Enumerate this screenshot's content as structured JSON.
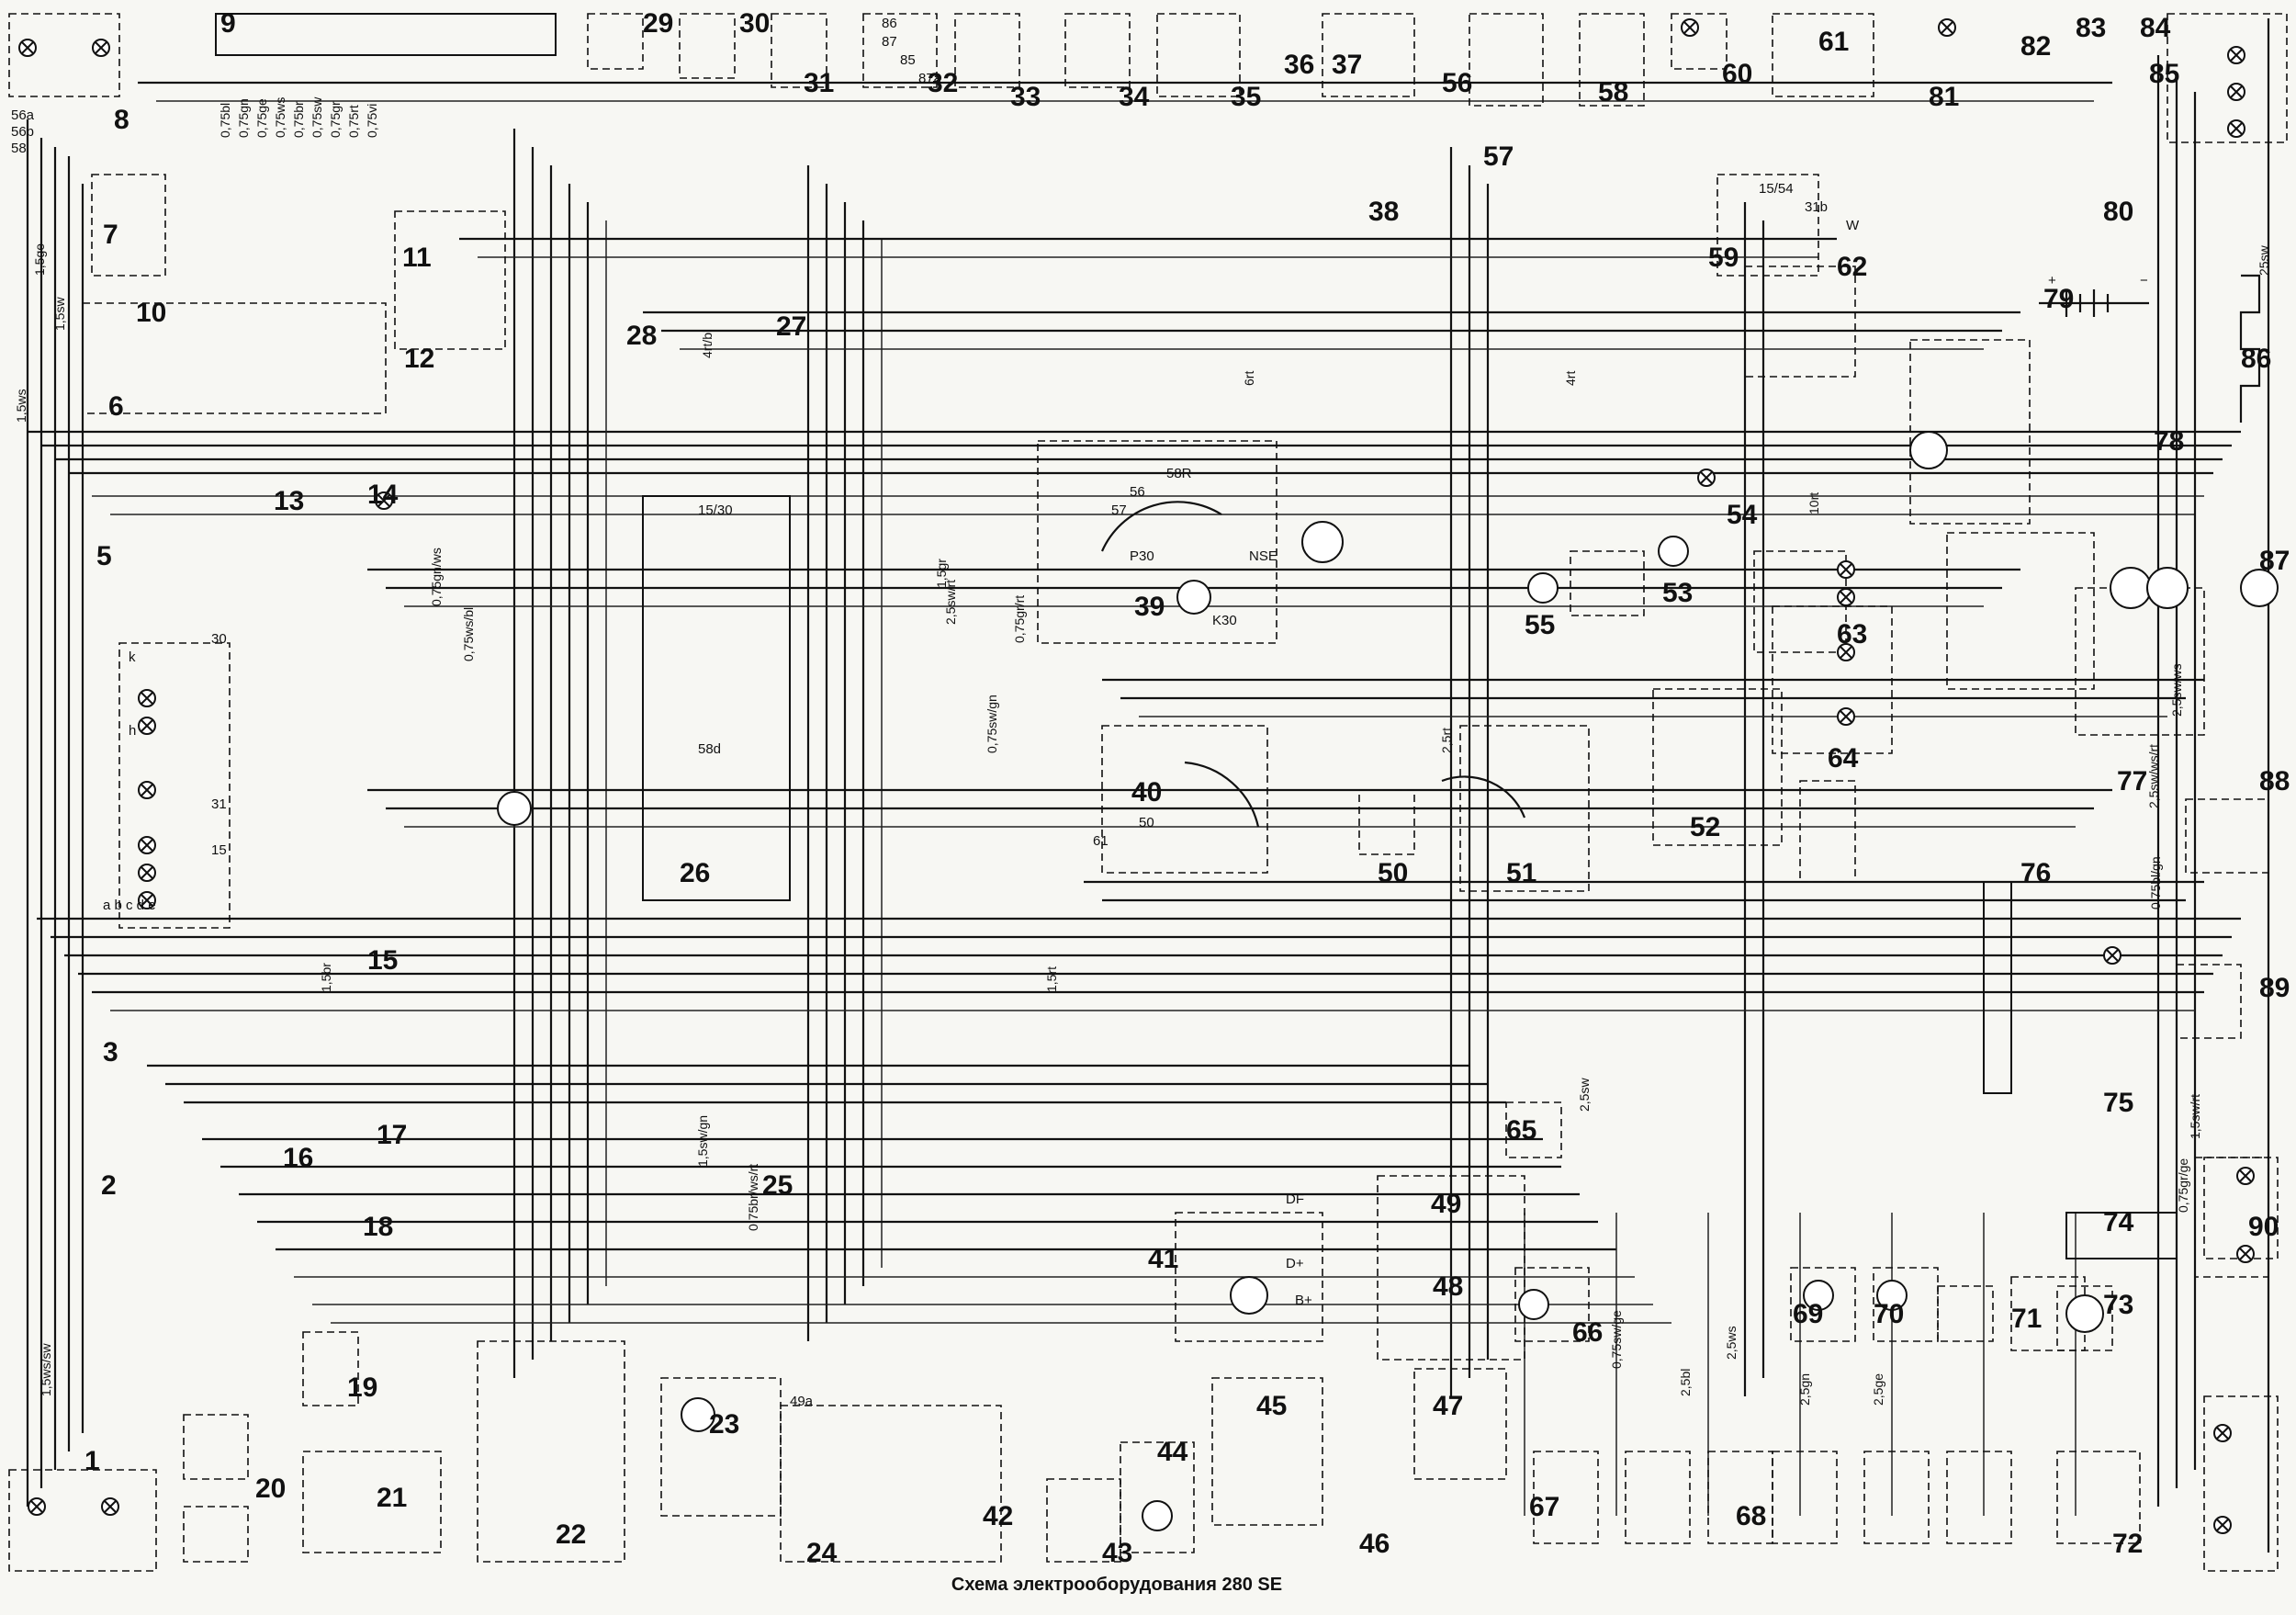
{
  "caption": "Схема электрооборудования 280 SE",
  "components": [
    {
      "num": "1"
    },
    {
      "num": "2"
    },
    {
      "num": "3"
    },
    {
      "num": "5"
    },
    {
      "num": "6"
    },
    {
      "num": "7"
    },
    {
      "num": "8"
    },
    {
      "num": "9"
    },
    {
      "num": "10"
    },
    {
      "num": "11"
    },
    {
      "num": "12"
    },
    {
      "num": "13"
    },
    {
      "num": "14"
    },
    {
      "num": "15"
    },
    {
      "num": "16"
    },
    {
      "num": "17"
    },
    {
      "num": "18"
    },
    {
      "num": "19"
    },
    {
      "num": "20"
    },
    {
      "num": "21"
    },
    {
      "num": "22"
    },
    {
      "num": "23"
    },
    {
      "num": "24"
    },
    {
      "num": "25"
    },
    {
      "num": "26"
    },
    {
      "num": "27"
    },
    {
      "num": "28"
    },
    {
      "num": "29"
    },
    {
      "num": "30"
    },
    {
      "num": "31"
    },
    {
      "num": "32"
    },
    {
      "num": "33"
    },
    {
      "num": "34"
    },
    {
      "num": "35"
    },
    {
      "num": "36"
    },
    {
      "num": "37"
    },
    {
      "num": "38"
    },
    {
      "num": "39"
    },
    {
      "num": "40"
    },
    {
      "num": "41"
    },
    {
      "num": "42"
    },
    {
      "num": "43"
    },
    {
      "num": "44"
    },
    {
      "num": "45"
    },
    {
      "num": "46"
    },
    {
      "num": "47"
    },
    {
      "num": "48"
    },
    {
      "num": "49"
    },
    {
      "num": "50"
    },
    {
      "num": "51"
    },
    {
      "num": "52"
    },
    {
      "num": "53"
    },
    {
      "num": "54"
    },
    {
      "num": "55"
    },
    {
      "num": "56"
    },
    {
      "num": "57"
    },
    {
      "num": "58"
    },
    {
      "num": "59"
    },
    {
      "num": "60"
    },
    {
      "num": "61"
    },
    {
      "num": "62"
    },
    {
      "num": "63"
    },
    {
      "num": "64"
    },
    {
      "num": "65"
    },
    {
      "num": "66"
    },
    {
      "num": "67"
    },
    {
      "num": "68"
    },
    {
      "num": "69"
    },
    {
      "num": "70"
    },
    {
      "num": "71"
    },
    {
      "num": "72"
    },
    {
      "num": "73"
    },
    {
      "num": "74"
    },
    {
      "num": "75"
    },
    {
      "num": "76"
    },
    {
      "num": "77"
    },
    {
      "num": "78"
    },
    {
      "num": "79"
    },
    {
      "num": "80"
    },
    {
      "num": "81"
    },
    {
      "num": "82"
    },
    {
      "num": "83"
    },
    {
      "num": "84"
    },
    {
      "num": "85"
    },
    {
      "num": "86"
    },
    {
      "num": "87"
    },
    {
      "num": "88"
    },
    {
      "num": "89"
    },
    {
      "num": "90"
    }
  ],
  "pins": [
    "56a",
    "56b",
    "58",
    "30",
    "15",
    "31",
    "86",
    "87",
    "85",
    "87a",
    "15/30",
    "58d",
    "50",
    "61",
    "49a",
    "B+",
    "D+",
    "DF",
    "k",
    "h",
    "a b c d e",
    "P30",
    "K30",
    "NSE",
    "58R",
    "57",
    "56",
    "+",
    "−",
    "15/54",
    "31b",
    "W"
  ],
  "wire_labels": [
    "0,75bl",
    "0,75gn",
    "0,75ge",
    "0,75ws",
    "0,75br",
    "0,75sw",
    "0,75gr",
    "0,75rt",
    "0,75vi",
    "1,5ws",
    "1,5ge",
    "1,5sw",
    "1,5gr",
    "1,5br",
    "1,5rt",
    "2,5sw",
    "2,5rt",
    "2,5bl",
    "2,5gn",
    "2,5ge",
    "2,5ws",
    "2,5sw/rt",
    "4rt",
    "4rt/bl",
    "6rt",
    "10rt",
    "25sw",
    "2,5sw/ws/rt",
    "0,75gr/rt",
    "0,75br/ws/rt",
    "0,75sw/gn",
    "1,5sw/gn",
    "0,75ws/bl",
    "0,75gn/ws",
    "0,75sw/ge",
    "0,75bl/gn",
    "1,5sw/rt",
    "1,5ws/sw",
    "0,75gr/ge",
    "2,5sw/ws"
  ]
}
